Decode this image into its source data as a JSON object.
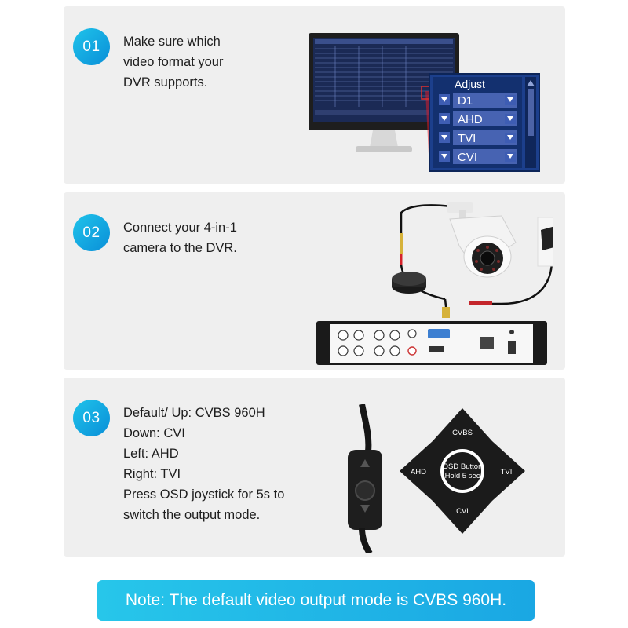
{
  "steps": [
    {
      "number": "01",
      "lines": [
        "Make sure which",
        "video format your",
        "DVR supports."
      ],
      "menu": {
        "title": "Adjust",
        "options": [
          "D1",
          "AHD",
          "TVI",
          "CVI"
        ]
      }
    },
    {
      "number": "02",
      "lines": [
        "Connect your 4-in-1",
        "camera to the DVR."
      ]
    },
    {
      "number": "03",
      "lines": [
        "Default/ Up: CVBS 960H",
        "Down: CVI",
        "Left: AHD",
        "Right: TVI",
        "Press OSD joystick for 5s to",
        "switch the output mode."
      ],
      "joystick": {
        "up": "CVBS",
        "down": "CVI",
        "left": "AHD",
        "right": "TVI",
        "center_line1": "OSD Button",
        "center_line2": "Hold 5 sec"
      }
    }
  ],
  "note": "Note: The default video output mode is CVBS 960H.",
  "colors": {
    "accent": "#1aa7e3",
    "badge": "#0a8fd8",
    "panel": "#efefef",
    "menu": "#1c3f8c"
  }
}
